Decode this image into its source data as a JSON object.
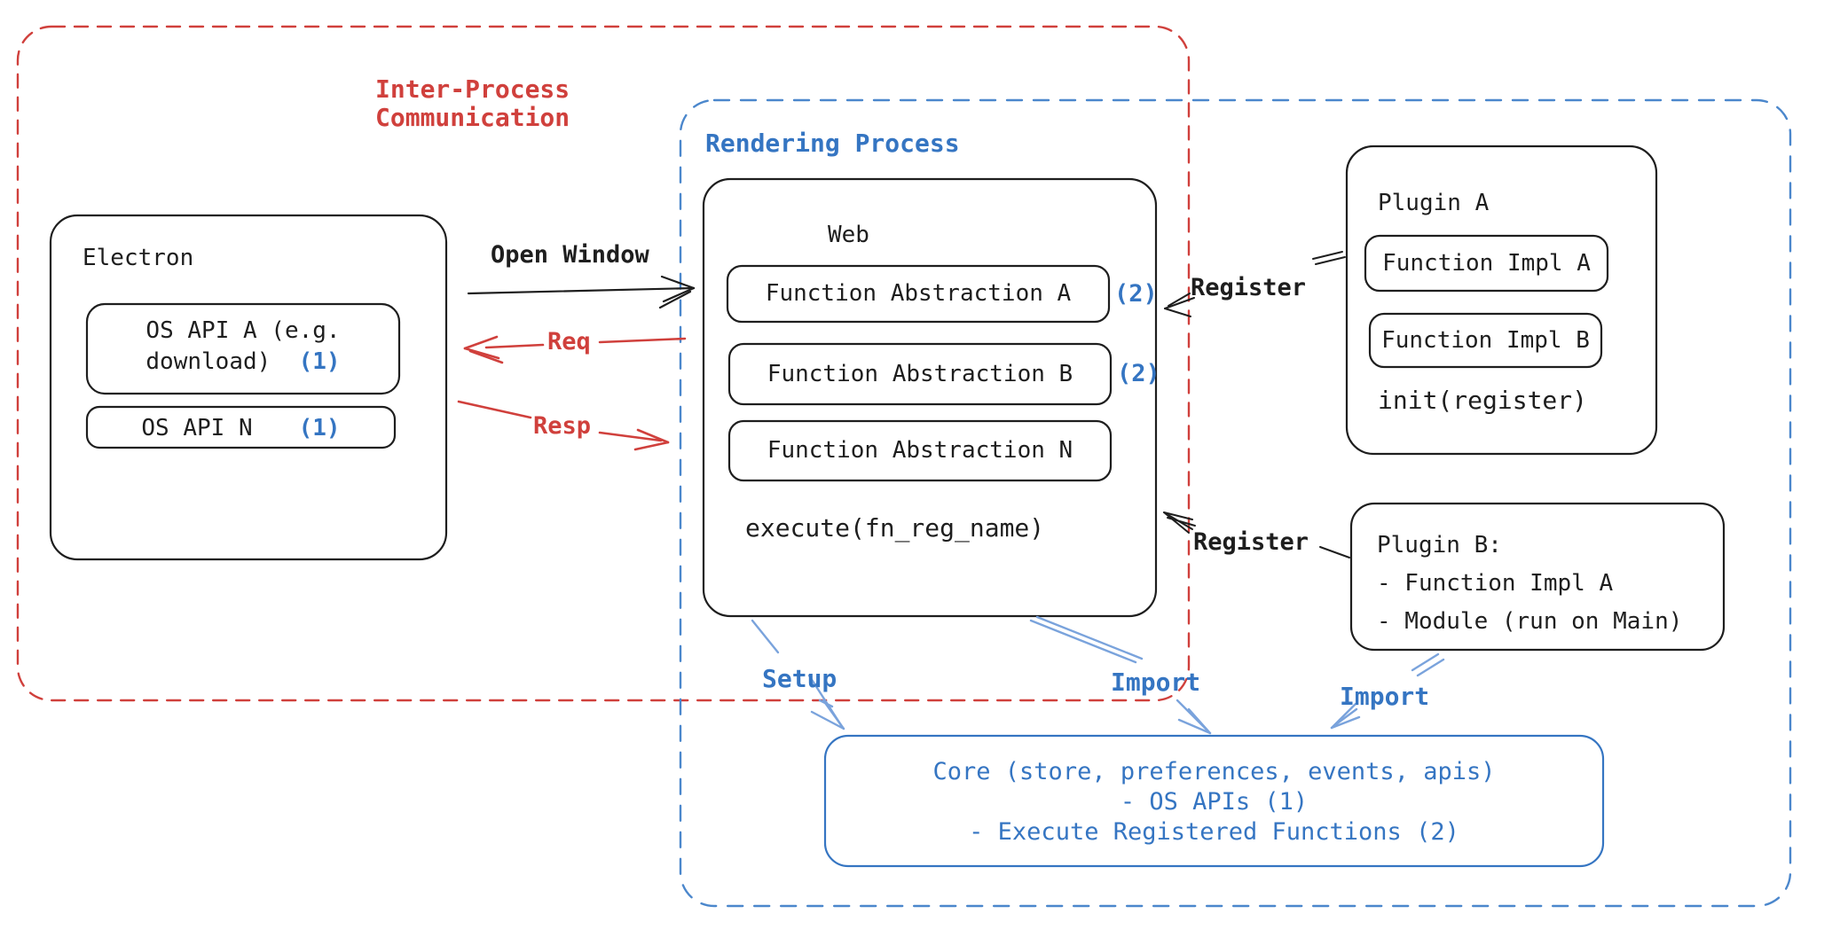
{
  "colors": {
    "ink_black": "#1e1e1e",
    "accent_red": "#d0403c",
    "accent_blue": "#3575c2",
    "arrow_light_blue": "#7aa3dc",
    "dashed_blue": "#4b87cc",
    "background": "#ffffff"
  },
  "ipc_region": {
    "label_line1": "Inter-Process",
    "label_line2": "Communication"
  },
  "rendering_region": {
    "label": "Rendering Process"
  },
  "electron": {
    "title": "Electron",
    "os_api_a_line1": "OS API A (e.g.",
    "os_api_a_line2": "download)",
    "os_api_a_ref": "(1)",
    "os_api_n": "OS API N",
    "os_api_n_ref": "(1)"
  },
  "web": {
    "title": "Web",
    "fn_abstraction_a": "Function Abstraction A",
    "fn_abstraction_a_ref": "(2)",
    "fn_abstraction_b": "Function Abstraction B",
    "fn_abstraction_b_ref": "(2)",
    "fn_abstraction_n": "Function Abstraction N",
    "execute": "execute(fn_reg_name)"
  },
  "plugin_a": {
    "title": "Plugin A",
    "fn_impl_a": "Function Impl A",
    "fn_impl_b": "Function Impl B",
    "init": "init(register)"
  },
  "plugin_b": {
    "title": "Plugin B:",
    "item1": "- Function Impl A",
    "item2": "- Module (run on Main)"
  },
  "core": {
    "line1": "Core (store, preferences, events, apis)",
    "line2": "- OS APIs (1)",
    "line3": "- Execute Registered Functions (2)"
  },
  "arrows": {
    "open_window": "Open Window",
    "req": "Req",
    "resp": "Resp",
    "register_plugin_a": "Register",
    "register_plugin_b": "Register",
    "setup": "Setup",
    "import_from_web": "Import",
    "import_from_plugin_b": "Import"
  }
}
